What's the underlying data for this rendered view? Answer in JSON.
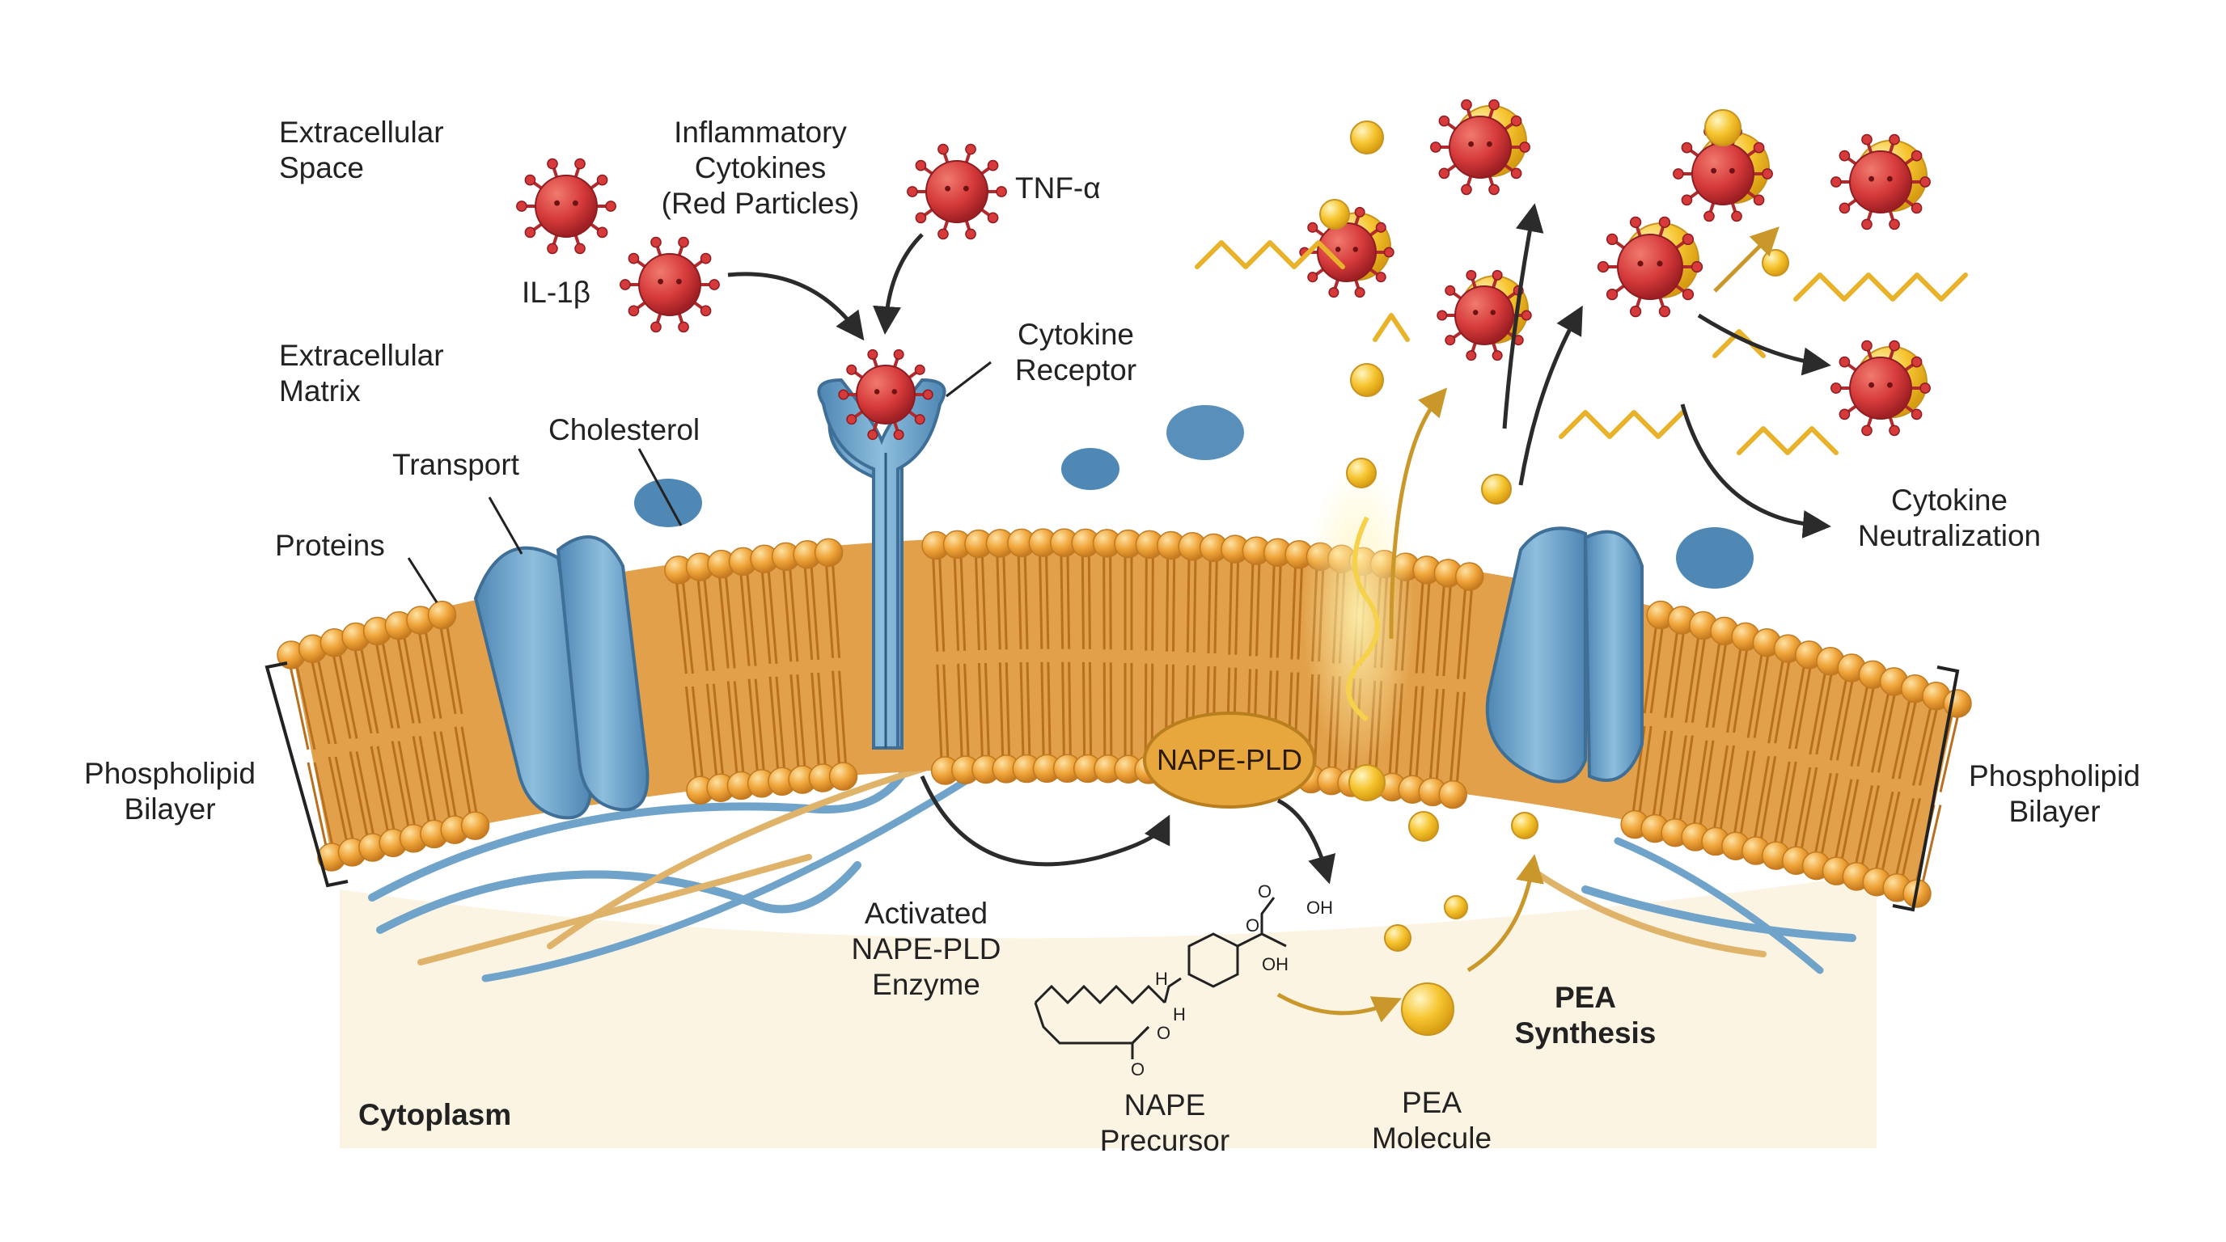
{
  "labels": {
    "extracellular_space": [
      "Extracellular",
      "Space"
    ],
    "inflammatory_cytokines": [
      "Inflammatory",
      "Cytokines",
      "(Red Particles)"
    ],
    "tnf_alpha": "TNF-α",
    "il_1beta": "IL-1β",
    "extracellular_matrix": [
      "Extracellular",
      "Matrix"
    ],
    "cytokine_receptor": [
      "Cytokine",
      "Receptor"
    ],
    "cholesterol": "Cholesterol",
    "transport": "Transport",
    "proteins": "Proteins",
    "phospholipid_bilayer_left": [
      "Phospholipid",
      "Bilayer"
    ],
    "phospholipid_bilayer_right": [
      "Phospholipid",
      "Bilayer"
    ],
    "nape_pld": "NAPE-PLD",
    "activated_enzyme": [
      "Activated",
      "NAPE-PLD",
      "Enzyme"
    ],
    "cytoplasm": "Cytoplasm",
    "nape_precursor": [
      "NAPE",
      "Precursor"
    ],
    "pea_molecule": [
      "PEA",
      "Molecule"
    ],
    "pea_synthesis": [
      "PEA",
      "Synthesis"
    ],
    "cytokine_neutralization": [
      "Cytokine",
      "Neutralization"
    ]
  },
  "chem_labels": {
    "oh_top": "OH",
    "oh_mid": "OH",
    "h_top": "H",
    "h_bottom": "H",
    "o_ring": "O",
    "o_carbonyl": "O",
    "o_ester": "O",
    "o_top": "O"
  },
  "colors": {
    "lipid_head": "#f0a53a",
    "lipid_tail": "#d98a2c",
    "protein_blue": "#6fa3c9",
    "cytokine_red": "#d63a3a",
    "pea_gold": "#f6c530",
    "arrow": "#2b2b2b",
    "pea_arrow": "#c9972a",
    "cytoplasm_bg": "#fbf1dc"
  }
}
